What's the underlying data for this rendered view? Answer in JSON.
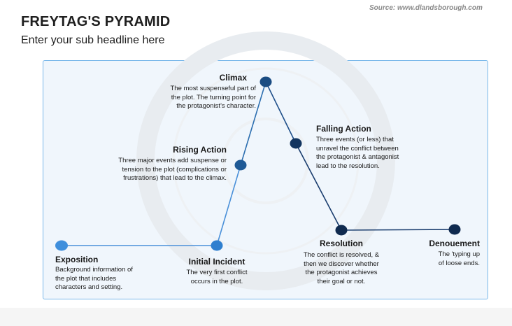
{
  "header": {
    "title": "FREYTAG'S PYRAMID",
    "subtitle": "Enter your sub headline here",
    "source": "Source: www.dlandsborough.com"
  },
  "colors": {
    "line_light": "#4a90d9",
    "line_dark": "#1a3d6e",
    "node_light": "#3f8fdc",
    "node_dark": "#0f2a4f",
    "frame_border": "#7ab8ea"
  },
  "stages": [
    {
      "id": "exposition",
      "title": "Exposition",
      "desc": [
        "Background information of",
        "the plot that includes",
        "characters and setting."
      ]
    },
    {
      "id": "initial-incident",
      "title": "Initial Incident",
      "desc": [
        "The very first conflict",
        "occurs in the plot."
      ]
    },
    {
      "id": "rising-action",
      "title": "Rising Action",
      "desc": [
        "Three major events add suspense or",
        "tension to the plot (complications or",
        "frustrations) that lead to the climax."
      ]
    },
    {
      "id": "climax",
      "title": "Climax",
      "desc": [
        "The most suspenseful part of",
        "the plot. The turning point for",
        "the protagonist's character."
      ]
    },
    {
      "id": "falling-action",
      "title": "Falling Action",
      "desc": [
        "Three events (or less) that",
        "unravel the conflict between",
        "the protagonist & antagonist",
        "lead to the resolution."
      ]
    },
    {
      "id": "resolution",
      "title": "Resolution",
      "desc": [
        "The conflict is resolved, &",
        "then we discover whether",
        "the protagonist achieves",
        "their goal or not."
      ]
    },
    {
      "id": "denouement",
      "title": "Denouement",
      "desc": [
        "The 'typing up",
        "of loose ends."
      ]
    }
  ]
}
